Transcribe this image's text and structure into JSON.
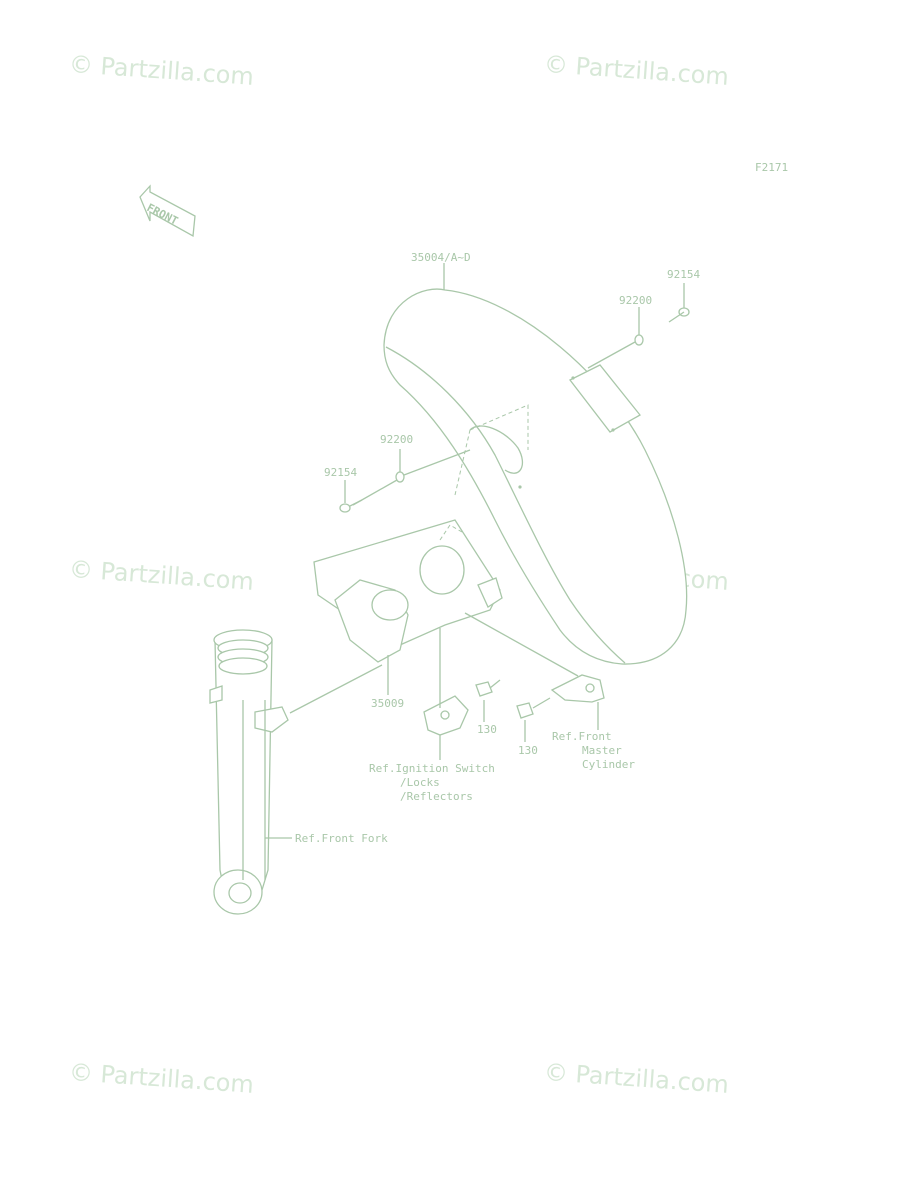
{
  "watermarks": [
    "© Partzilla.com",
    "© Partzilla.com",
    "© Partzilla.com",
    "© Partzilla.com",
    "© Partzilla.com",
    "© Partzilla.com"
  ],
  "figure_code": "F2171",
  "front_arrow": "FRONT",
  "callouts": {
    "fender": "35004/A~D",
    "bolt_right": "92154",
    "washer_right": "92200",
    "washer_left": "92200",
    "bolt_left": "92154",
    "bracket": "35009",
    "nut_center": "130",
    "nut_right": "130",
    "ref_master_1": "Ref.Front",
    "ref_master_2": "Master",
    "ref_master_3": "Cylinder",
    "ref_ignition_1": "Ref.Ignition Switch",
    "ref_ignition_2": "/Locks",
    "ref_ignition_3": "/Reflectors",
    "ref_fork": "Ref.Front Fork"
  }
}
